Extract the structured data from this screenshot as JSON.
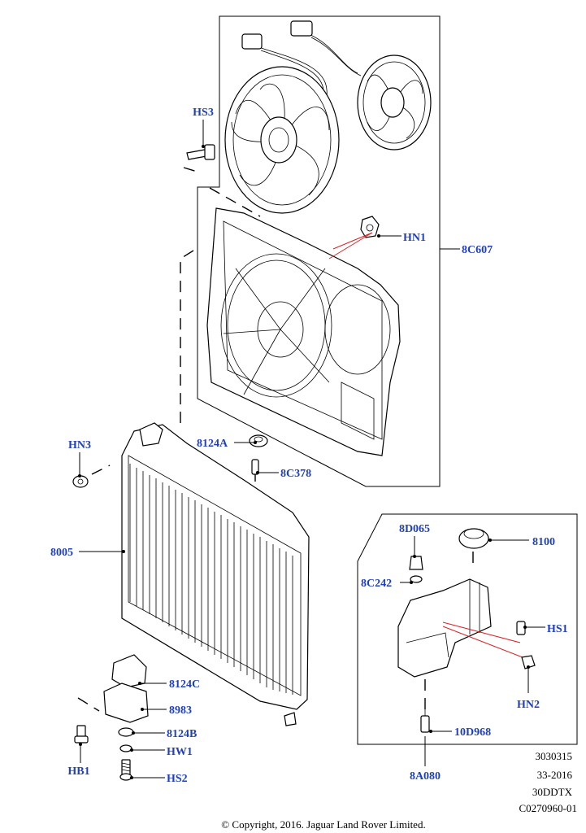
{
  "callouts": {
    "hs3": "HS3",
    "hn1": "HN1",
    "c8c607": "8C607",
    "hn3": "HN3",
    "c8124a": "8124A",
    "c8c378": "8C378",
    "c8005": "8005",
    "c8d065": "8D065",
    "c8100": "8100",
    "c8c242": "8C242",
    "hs1": "HS1",
    "hn2": "HN2",
    "c8124c": "8124C",
    "c8983": "8983",
    "c8124b": "8124B",
    "hw1": "HW1",
    "hb1": "HB1",
    "hs2": "HS2",
    "c10d968": "10D968",
    "c8a080": "8A080"
  },
  "reference": {
    "line1": "3030315",
    "line2": "33-2016",
    "line3": "30DDTX",
    "line4": "C0270960-01"
  },
  "copyright": "© Copyright, 2016. Jaguar Land Rover Limited.",
  "colors": {
    "callout_text": "#1f3fbf",
    "leader_red": "#dd2222",
    "line": "#000000"
  }
}
